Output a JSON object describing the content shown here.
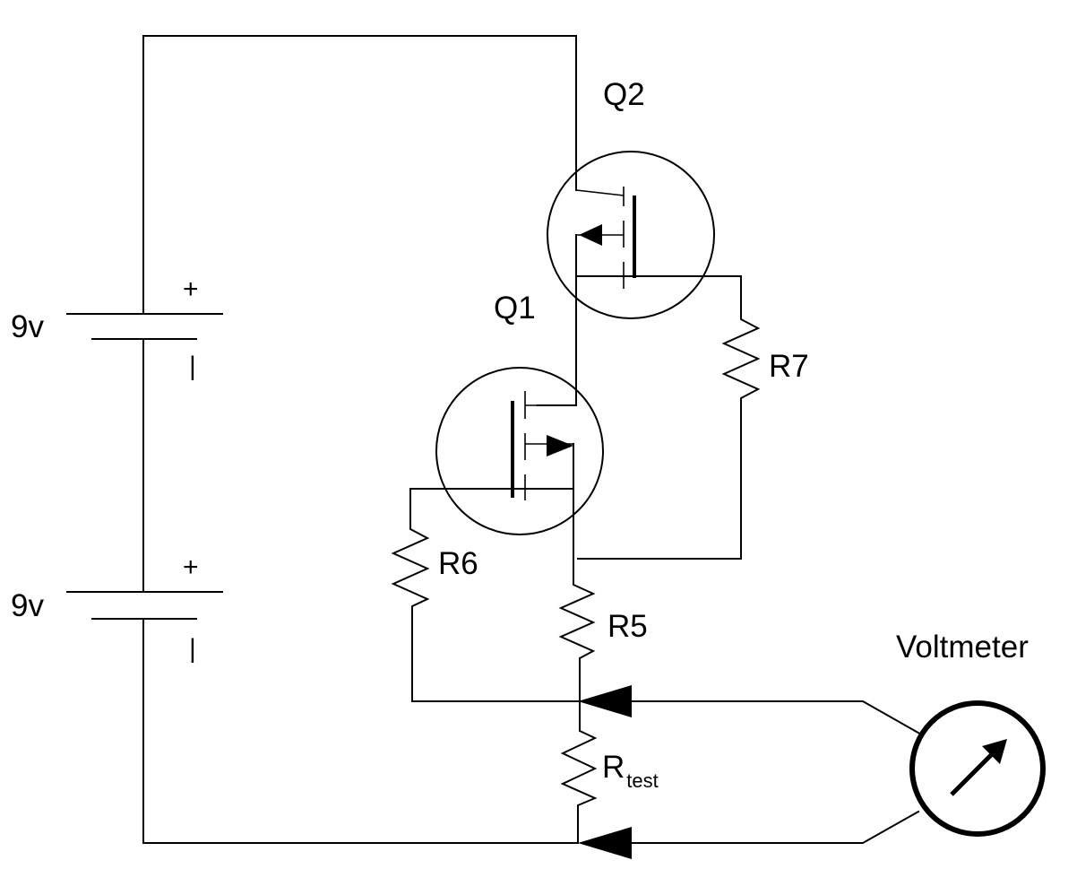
{
  "labels": {
    "battery_top": "9v",
    "battery_bottom": "9v",
    "plus_top": "+",
    "minus_top": "|",
    "plus_bottom": "+",
    "minus_bottom": "|",
    "q1": "Q1",
    "q2": "Q2",
    "r5": "R5",
    "r6": "R6",
    "r7": "R7",
    "rtest_main": "R",
    "rtest_sub": "test",
    "voltmeter": "Voltmeter"
  },
  "icons": {
    "voltmeter": "voltmeter-needle-icon",
    "probe": "probe-arrow-icon"
  }
}
